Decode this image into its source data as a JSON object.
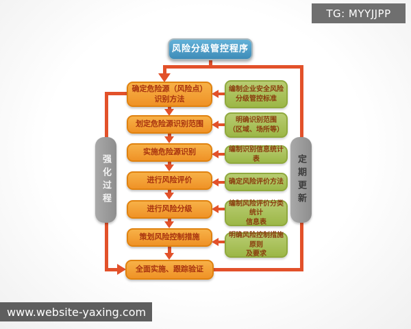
{
  "badges": {
    "top_right": "TG: MYYJJPP",
    "bottom_left": "www.website-yaxing.com"
  },
  "diagram": {
    "title": "风险分级管控程序",
    "rails": {
      "left": "强化过程",
      "right": "定期更新"
    },
    "steps": [
      "确定危险源（风险点）\n识别方法",
      "划定危险源识别范围",
      "实施危险源识别",
      "进行风险评价",
      "进行风险分级",
      "策划风险控制措施",
      "全面实施、跟踪验证"
    ],
    "notes": [
      "编制企业安全风险\n分级管控标准",
      "明确识别范围\n（区域、场所等）",
      "编制识别信息统计表",
      "确定风险评价方法",
      "编制风险评价分类统计\n信息表",
      "明确风险控制措施原则\n及要求"
    ],
    "colors": {
      "title_blue": "#4a9dc8",
      "step_orange": "#f29b2e",
      "note_green": "#a3bf55",
      "rail_gray": "#9a9a9a",
      "arrow_red": "#e2512a",
      "watermark_gray": "#6f6f6f"
    }
  }
}
